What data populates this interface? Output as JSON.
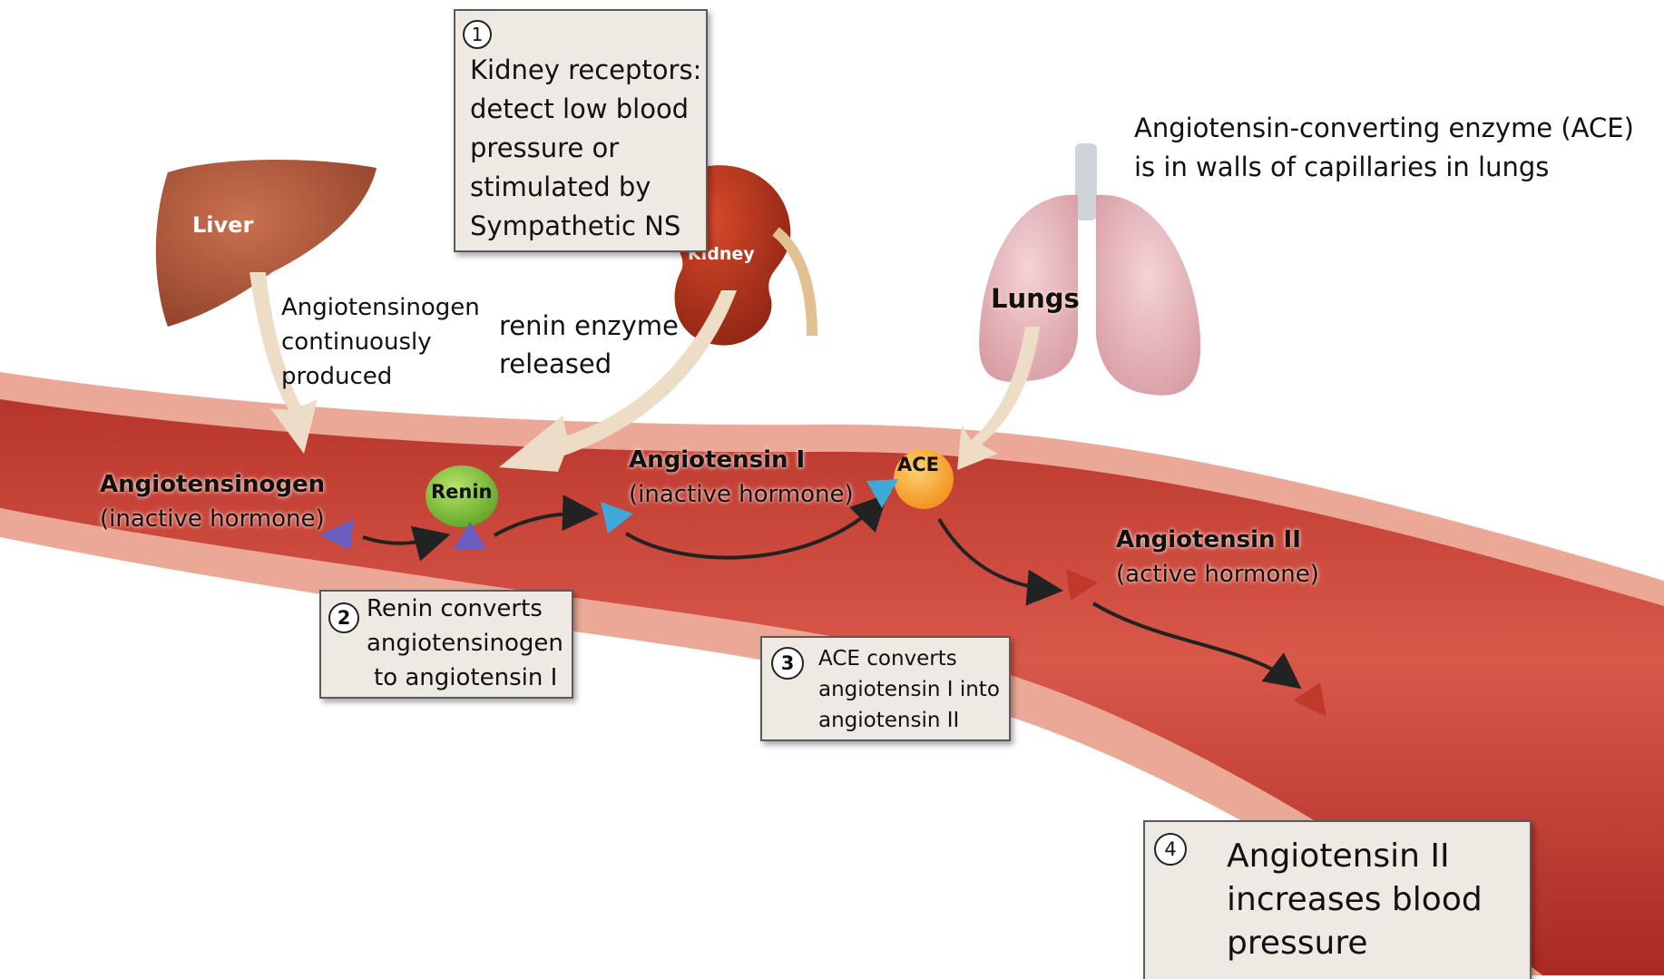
{
  "organs": {
    "liver": "Liver",
    "kidney": "Kidney",
    "lungs": "Lungs"
  },
  "notes": {
    "angiotensinogen_produced": [
      "Angiotensinogen",
      "continuously",
      "produced"
    ],
    "renin_released": [
      "renin enzyme",
      "released"
    ],
    "ace_location": [
      "Angiotensin-converting enzyme (ACE)",
      "is in walls of capillaries in lungs"
    ]
  },
  "molecules": {
    "angiotensinogen": {
      "name": "Angiotensinogen",
      "state": "(inactive hormone)"
    },
    "angiotensin_i": {
      "name": "Angiotensin I",
      "state": "(inactive hormone)"
    },
    "angiotensin_ii": {
      "name": "Angiotensin II",
      "state": "(active hormone)"
    }
  },
  "enzymes": {
    "renin": "Renin",
    "ace": "ACE"
  },
  "steps": [
    {
      "num": "1",
      "lines": [
        "Kidney receptors:",
        "detect low blood",
        "pressure or",
        "stimulated by",
        "Sympathetic NS"
      ]
    },
    {
      "num": "2",
      "lines": [
        "Renin converts",
        "angiotensinogen",
        "to angiotensin I"
      ]
    },
    {
      "num": "3",
      "lines": [
        "ACE converts",
        "angiotensin I into",
        "angiotensin II"
      ]
    },
    {
      "num": "4",
      "lines": [
        "Angiotensin II",
        "increases blood",
        "pressure"
      ]
    }
  ],
  "colors": {
    "vessel": "#c8453a",
    "vessel_wall": "#e9a08e",
    "renin": "#7cc23a",
    "ace": "#f5a623",
    "angiotensinogen_marker": "#6a5fc1",
    "angiotensin_i_marker": "#3fa9d9",
    "angiotensin_ii_marker": "#c0392b",
    "box_fill": "#eee9e3"
  }
}
